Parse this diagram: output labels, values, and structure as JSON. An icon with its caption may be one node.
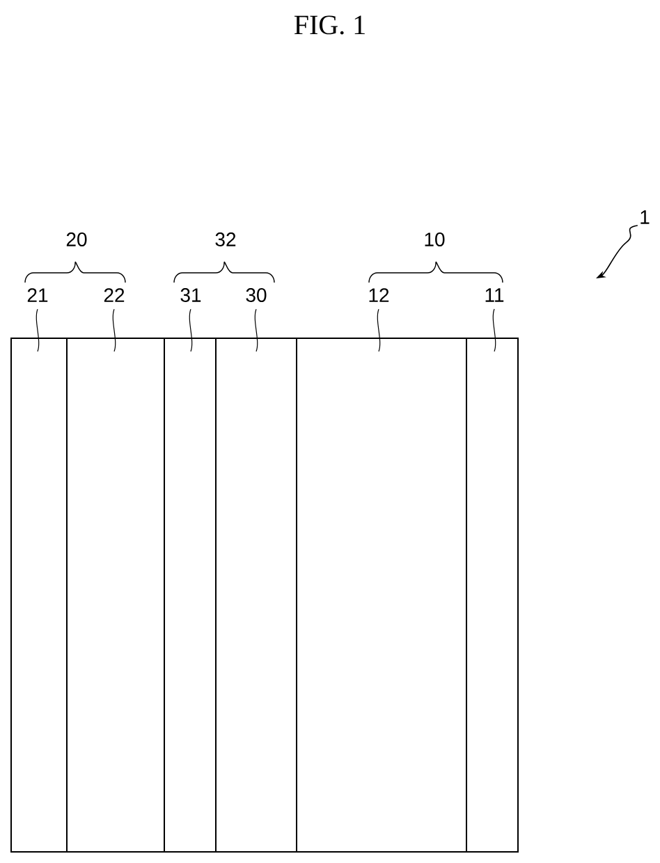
{
  "diagram": {
    "title": "FIG. 1",
    "nodes": [
      {
        "text": [],
        "shape": "box"
      },
      {
        "text": [],
        "shape": "box"
      },
      {
        "text": [],
        "shape": "box"
      },
      {
        "text": [],
        "shape": "box"
      },
      {
        "text": [],
        "shape": "box"
      },
      {
        "text": [],
        "shape": "box"
      },
      {
        "text": [
          "21"
        ]
      },
      {
        "text": [
          "22"
        ]
      },
      {
        "text": [
          "31"
        ]
      },
      {
        "text": [
          "30"
        ]
      },
      {
        "text": [
          "12"
        ]
      },
      {
        "text": [
          "11"
        ]
      },
      {
        "text": [
          "1"
        ]
      }
    ],
    "edges": [
      {
        "from": 6,
        "to": 0,
        "arrow": "none"
      },
      {
        "from": 7,
        "to": 1,
        "arrow": "none"
      },
      {
        "from": 8,
        "to": 2,
        "arrow": "none"
      },
      {
        "from": 9,
        "to": 3,
        "arrow": "none"
      },
      {
        "from": 10,
        "to": 4,
        "arrow": "none"
      },
      {
        "from": 11,
        "to": 5,
        "arrow": "none"
      },
      {
        "from": 12,
        "to": null,
        "arrow": "to"
      }
    ],
    "labels": [
      "20",
      "32",
      "10"
    ]
  }
}
